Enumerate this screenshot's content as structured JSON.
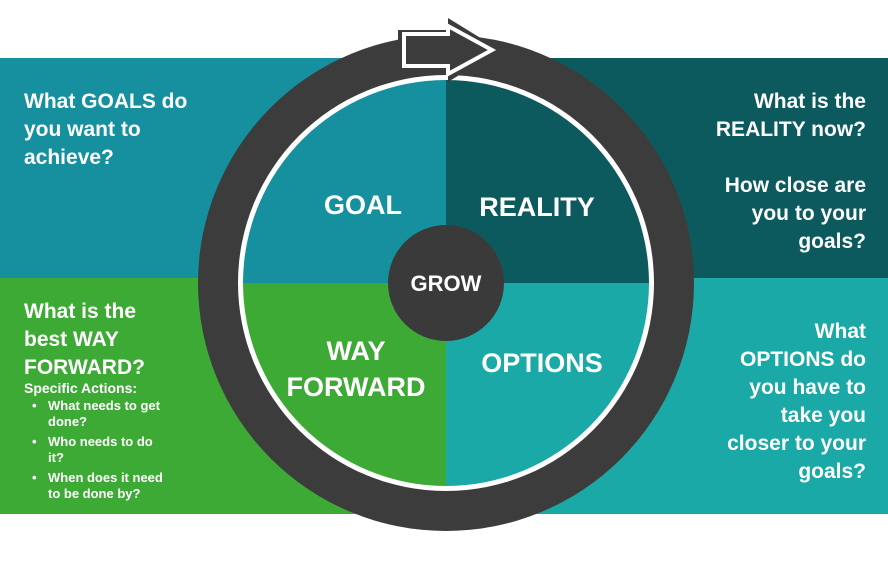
{
  "colors": {
    "goal_blue": "#16909f",
    "reality_dark": "#0d5a5e",
    "way_green": "#3eaa36",
    "options_teal": "#1aa9a6",
    "ring_dark": "#3c3c3c",
    "center_dark": "#3a3a3a"
  },
  "top_left": {
    "line1": "What GOALS do",
    "line2": "you want to",
    "line3": "achieve?"
  },
  "top_right": {
    "line1": "What is the",
    "line2": "REALITY now?",
    "line3": "How close are",
    "line4": "you to your",
    "line5": "goals?"
  },
  "bottom_left": {
    "line1": "What is the",
    "line2": "best WAY",
    "line3": "FORWARD?",
    "sub_heading": "Specific Actions:",
    "bullets": [
      {
        "line1": "What needs to get",
        "line2": "done?"
      },
      {
        "line1": "Who needs to do",
        "line2": "it?"
      },
      {
        "line1": "When does it need",
        "line2": "to be done by?"
      }
    ]
  },
  "bottom_right": {
    "line1": "What",
    "line2": "OPTIONS do",
    "line3": "you have to",
    "line4": "take you",
    "line5": "closer to your",
    "line6": "goals?"
  },
  "wheel": {
    "goal": "GOAL",
    "reality": "REALITY",
    "way_line1": "WAY",
    "way_line2": "FORWARD",
    "options": "OPTIONS",
    "center": "GROW"
  }
}
